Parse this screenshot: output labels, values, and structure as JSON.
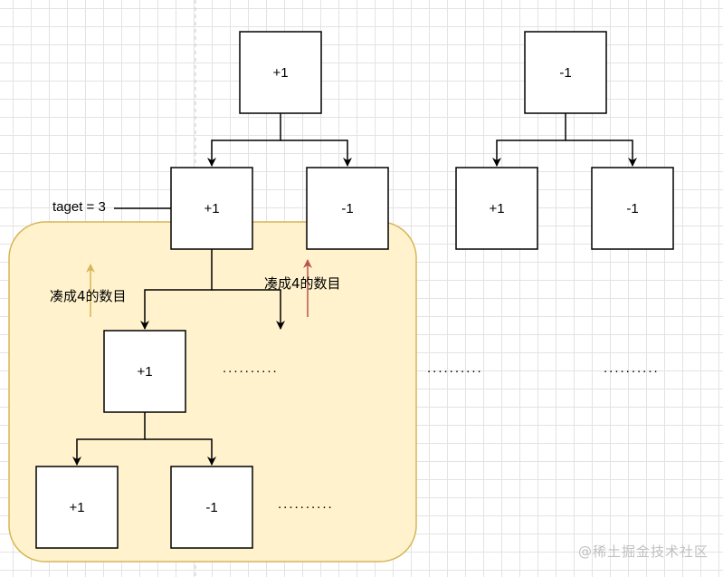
{
  "nodes": {
    "root_a": "+1",
    "root_b": "-1",
    "a_left": "+1",
    "a_right": "-1",
    "b_left": "+1",
    "b_right": "-1",
    "c": "+1",
    "c_left": "+1",
    "c_right": "-1"
  },
  "annotations": {
    "target": "taget = 3",
    "make_four_left": "凑成4的数目",
    "make_four_right": "凑成4的数目"
  },
  "ellipsis": "..........",
  "watermark": "@稀土掘金技术社区",
  "colors": {
    "highlight_fill": "#fff2cc",
    "highlight_stroke": "#d6b656",
    "arrow_up_gold": "#d6b656",
    "arrow_up_red": "#b85450"
  }
}
